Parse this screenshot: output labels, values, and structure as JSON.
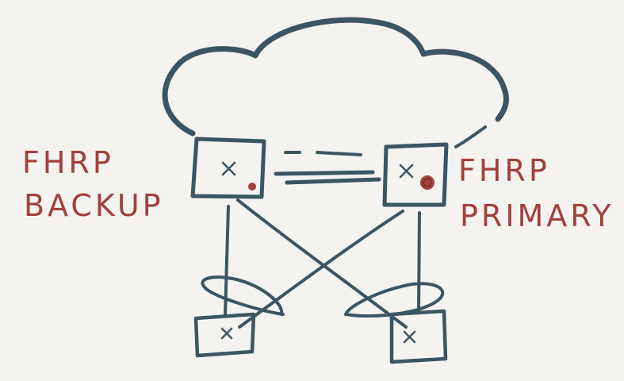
{
  "labels": {
    "left_top": "FHRP",
    "left_bottom": "BACKUP",
    "right_top": "FHRP",
    "right_bottom": "PRIMARY"
  },
  "colors": {
    "ink": "#3c5562",
    "label": "#a2403c",
    "background": "#f4f3f0"
  }
}
